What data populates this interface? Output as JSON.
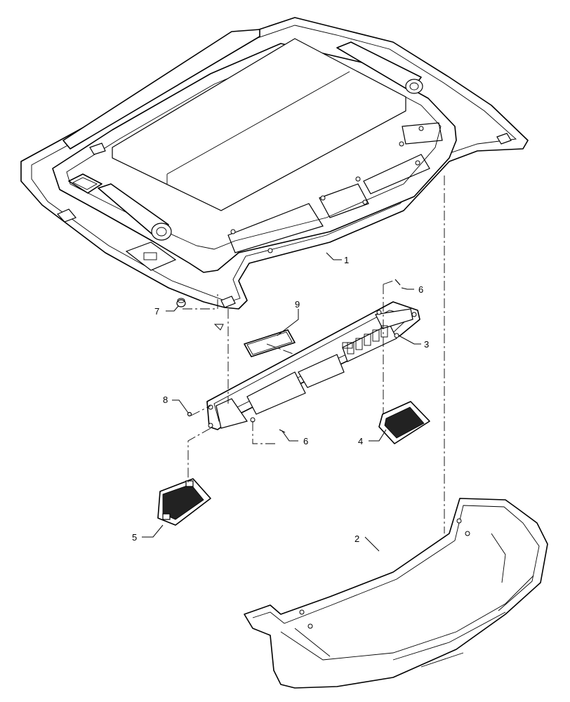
{
  "callouts": [
    {
      "id": "1",
      "label": "1"
    },
    {
      "id": "2",
      "label": "2"
    },
    {
      "id": "3",
      "label": "3"
    },
    {
      "id": "4",
      "label": "4"
    },
    {
      "id": "5",
      "label": "5"
    },
    {
      "id": "6a",
      "label": "6"
    },
    {
      "id": "6b",
      "label": "6"
    },
    {
      "id": "7",
      "label": "7"
    },
    {
      "id": "8",
      "label": "8"
    },
    {
      "id": "9",
      "label": "9"
    }
  ]
}
